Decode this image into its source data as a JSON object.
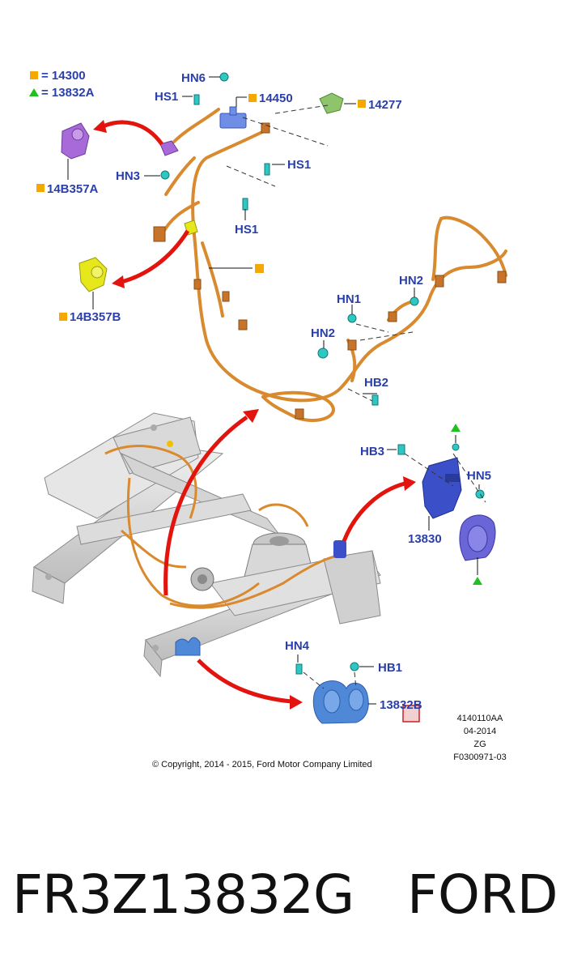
{
  "legend": {
    "square_value": "= 14300",
    "triangle_value": "= 13832A"
  },
  "labels": {
    "hn6": "HN6",
    "hs1_top": "HS1",
    "p14450": "14450",
    "p14277": "14277",
    "p14b357a": "14B357A",
    "hn3": "HN3",
    "hs1_mid": "HS1",
    "hs1_low": "HS1",
    "p14b357b": "14B357B",
    "hn1": "HN1",
    "hn2_right": "HN2",
    "hn2_left": "HN2",
    "hb2": "HB2",
    "hb3": "HB3",
    "hn5": "HN5",
    "p13830": "13830",
    "hn4": "HN4",
    "hb1": "HB1",
    "p13832b": "13832B"
  },
  "meta": {
    "line1": "4140110AA",
    "line2": "04-2014",
    "line3": "ZG",
    "line4": "F0300971-03"
  },
  "copyright": "© Copyright, 2014 - 2015, Ford Motor Company Limited",
  "footer": {
    "part_number": "FR3Z13832G",
    "brand": "FORD"
  },
  "colors": {
    "label_blue": "#2a3fa8",
    "marker_square": "#f5a800",
    "marker_triangle": "#21c021",
    "harness_orange": "#d98a2e",
    "arrow_red": "#e3130e",
    "horn_blue": "#4f88d6",
    "bracket_blue": "#3a4fc8",
    "purple_part": "#a86ad8",
    "yellow_part": "#e7e81b"
  }
}
